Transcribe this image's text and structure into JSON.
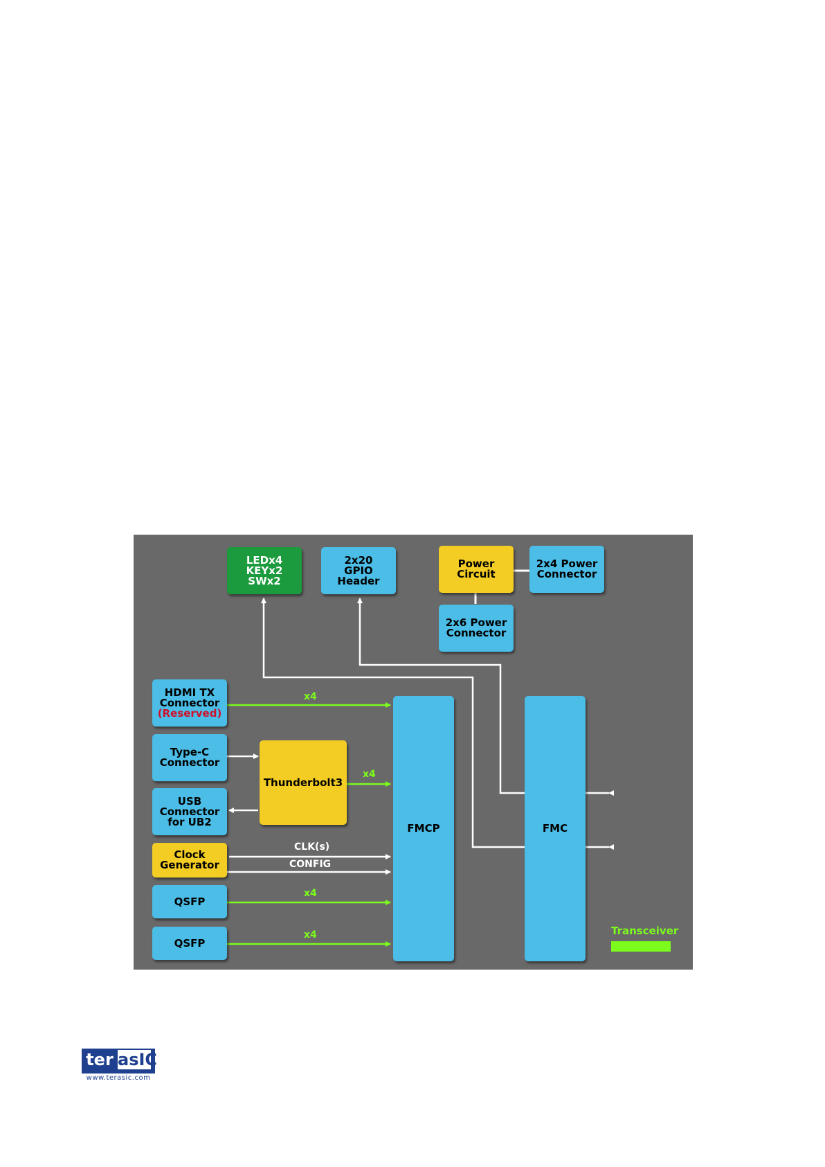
{
  "blocks": {
    "leds": [
      "LEDx4",
      "KEYx2",
      "SWx2"
    ],
    "gpio": [
      "2x20",
      "GPIO",
      "Header"
    ],
    "power_circuit": [
      "Power",
      "Circuit"
    ],
    "power_2x4": [
      "2x4 Power",
      "Connector"
    ],
    "power_2x6": [
      "2x6 Power",
      "Connector"
    ],
    "hdmi": [
      "HDMI TX",
      "Connector",
      "(Reserved)"
    ],
    "typec": [
      "Type-C",
      "Connector"
    ],
    "usb": [
      "USB",
      "Connector",
      "for UB2"
    ],
    "thunderbolt": "Thunderbolt3",
    "clock": [
      "Clock",
      "Generator"
    ],
    "qsfp1": "QSFP",
    "qsfp2": "QSFP",
    "fmcp": "FMCP",
    "fmc": "FMC"
  },
  "links": {
    "hdmi_x4": "x4",
    "tb_x4": "x4",
    "clk": "CLK(s)",
    "config": "CONFIG",
    "qsfp1_x4": "x4",
    "qsfp2_x4": "x4"
  },
  "legend": {
    "transceiver": "Transceiver"
  },
  "colors": {
    "background": "#696969",
    "blue_block": "#4bbde6",
    "yellow_block": "#f4cd24",
    "green_block": "#1c9a3e",
    "transceiver_link": "#7cfc1c",
    "reserved_text": "#d0102a"
  },
  "logo": {
    "left": "ter",
    "right": "asIC",
    "url": "www.terasic.com"
  }
}
